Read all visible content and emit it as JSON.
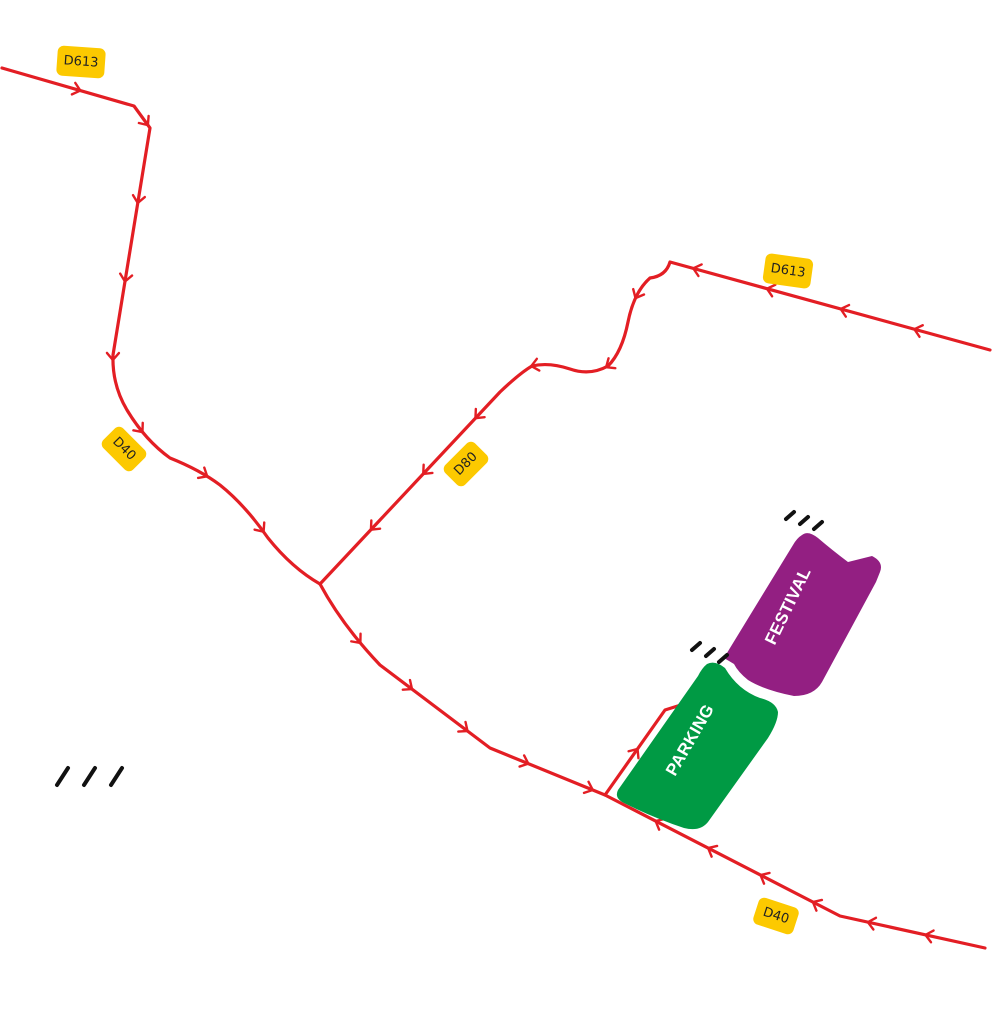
{
  "colors": {
    "route": "#e31e24",
    "road_badge": "#fcc900",
    "festival": "#931f82",
    "parking": "#009a44",
    "tick": "#111111"
  },
  "road_labels": {
    "d613_west": "D613",
    "d613_east": "D613",
    "d40_north": "D40",
    "d80": "D80",
    "d40_south": "D40"
  },
  "zones": {
    "festival": "FESTIVAL",
    "parking": "PARKING"
  },
  "icons": [
    "direction-chevron-icon",
    "tick-marks-icon"
  ]
}
